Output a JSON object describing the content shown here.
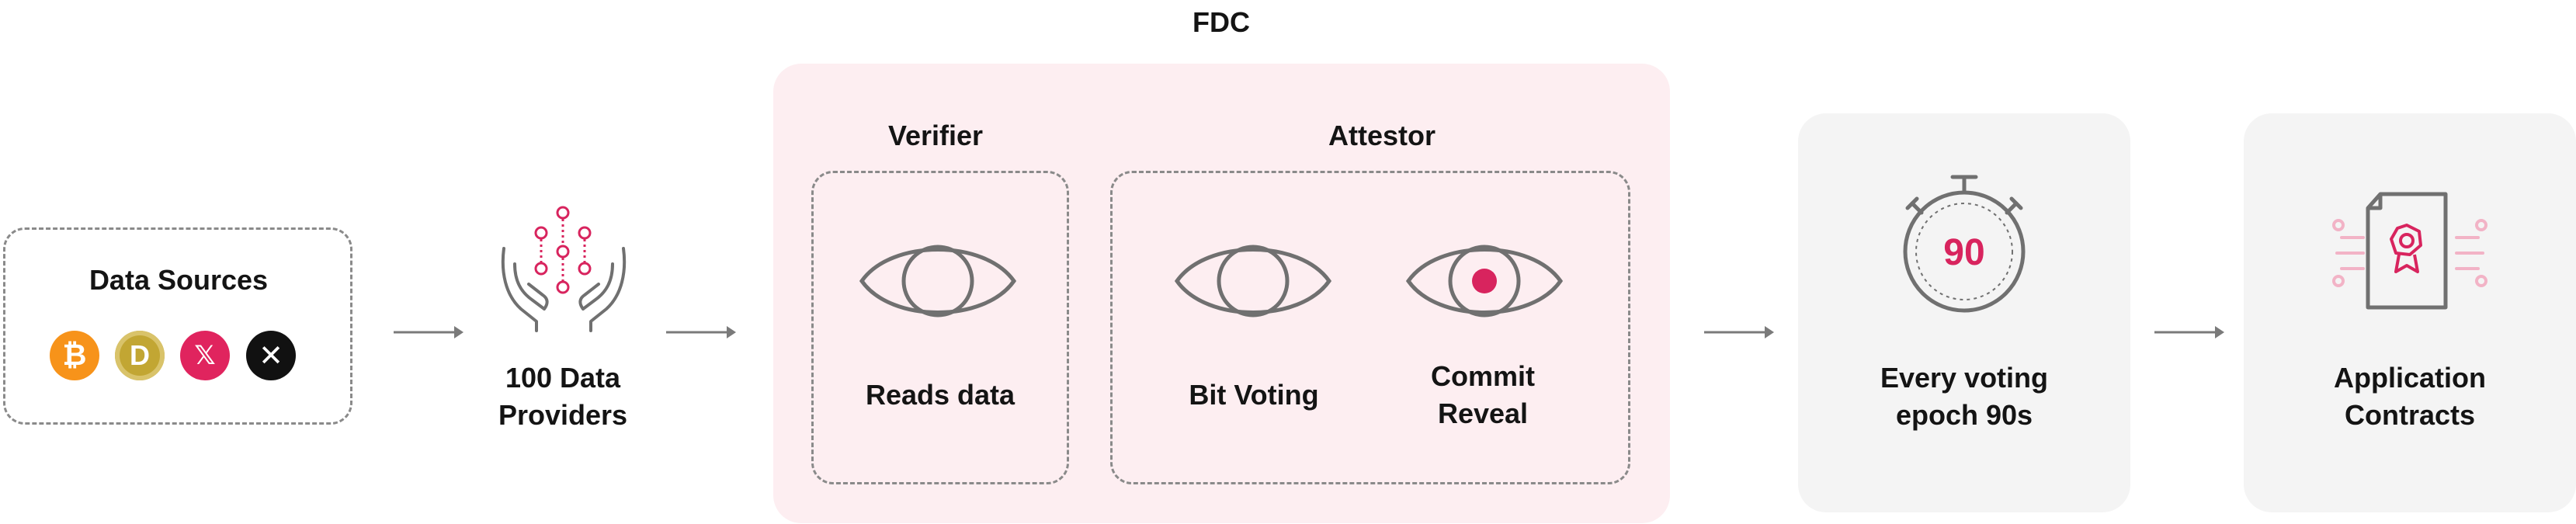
{
  "fdc_title": "FDC",
  "data_sources": {
    "title": "Data Sources",
    "coins": [
      {
        "name": "bitcoin",
        "glyph": "₿",
        "color": "#F7931A",
        "icon": "bitcoin-icon"
      },
      {
        "name": "dogecoin",
        "glyph": "D",
        "color": "#C2A633",
        "icon": "dogecoin-icon"
      },
      {
        "name": "x-coin",
        "glyph": "𝕏",
        "color": "#E0245E",
        "icon": "x-icon"
      },
      {
        "name": "xrp",
        "glyph": "✕",
        "color": "#111111",
        "icon": "xrp-icon"
      }
    ]
  },
  "providers": {
    "line1": "100 Data",
    "line2": "Providers"
  },
  "verifier": {
    "title": "Verifier",
    "label": "Reads data"
  },
  "attestor": {
    "title": "Attestor",
    "bit_voting": "Bit Voting",
    "commit_line1": "Commit",
    "commit_line2": "Reveal"
  },
  "epoch": {
    "number": "90",
    "line1": "Every voting",
    "line2": "epoch 90s"
  },
  "contracts": {
    "line1": "Application",
    "line2": "Contracts"
  },
  "colors": {
    "accent": "#D8245E",
    "fdc_bg": "#FDEEF1",
    "gray_panel": "#F4F4F4",
    "icon_gray": "#707070",
    "arrow": "#7A7A7A"
  }
}
